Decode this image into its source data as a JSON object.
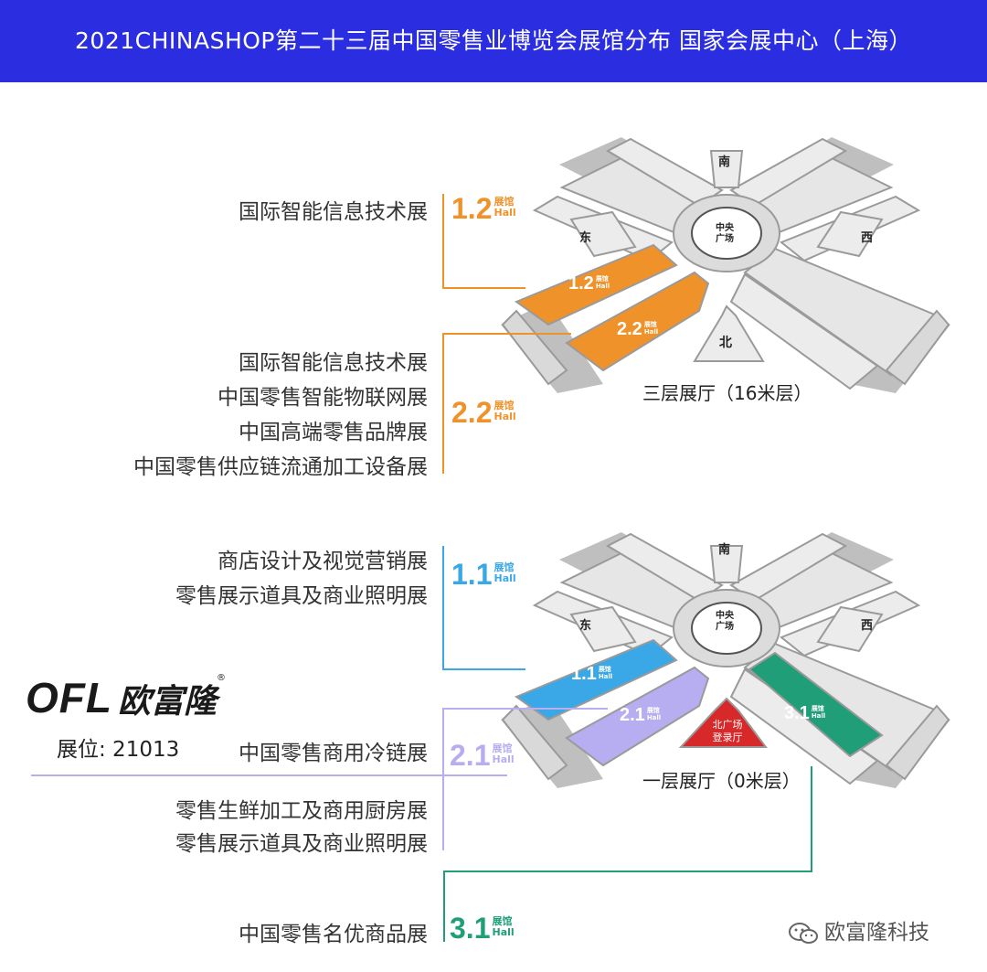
{
  "header": {
    "title": "2021CHINASHOP第二十三届中国零售业博览会展馆分布  国家会展中心（上海）"
  },
  "colors": {
    "header_bg": "#2b2de0",
    "hall_1_2": "#f0922a",
    "hall_2_2": "#f0922a",
    "hall_1_1": "#3aa8e6",
    "hall_2_1": "#b6aef0",
    "hall_3_1": "#1f9e78",
    "north_plaza": "#d7282a"
  },
  "halls": {
    "h12": {
      "num": "1.2",
      "sub1": "展馆",
      "sub2": "Hall"
    },
    "h22": {
      "num": "2.2",
      "sub1": "展馆",
      "sub2": "Hall"
    },
    "h11": {
      "num": "1.1",
      "sub1": "展馆",
      "sub2": "Hall"
    },
    "h21": {
      "num": "2.1",
      "sub1": "展馆",
      "sub2": "Hall"
    },
    "h31": {
      "num": "3.1",
      "sub1": "展馆",
      "sub2": "Hall"
    }
  },
  "exhibitions": {
    "h12": [
      "国际智能信息技术展"
    ],
    "h22": [
      "国际智能信息技术展",
      "中国零售智能物联网展",
      "中国高端零售品牌展",
      "中国零售供应链流通加工设备展"
    ],
    "h11": [
      "商店设计及视觉营销展",
      "零售展示道具及商业照明展"
    ],
    "h21": [
      "中国零售商用冷链展",
      "零售生鲜加工及商用厨房展",
      "零售展示道具及商业照明展"
    ],
    "h31": [
      "中国零售名优商品展"
    ]
  },
  "map": {
    "south": "南",
    "east": "东",
    "west": "西",
    "north": "北",
    "central_1": "中央",
    "central_2": "广场",
    "north_plaza_1": "北广场",
    "north_plaza_2": "登录厅"
  },
  "floors": {
    "upper": "三层展厅（16米层）",
    "lower": "一层展厅（0米层）"
  },
  "logo": {
    "brand": "OFL",
    "cn": "欧富隆",
    "reg": "®"
  },
  "booth": {
    "label": "展位: 21013"
  },
  "watermark": {
    "text": "欧富隆科技"
  }
}
